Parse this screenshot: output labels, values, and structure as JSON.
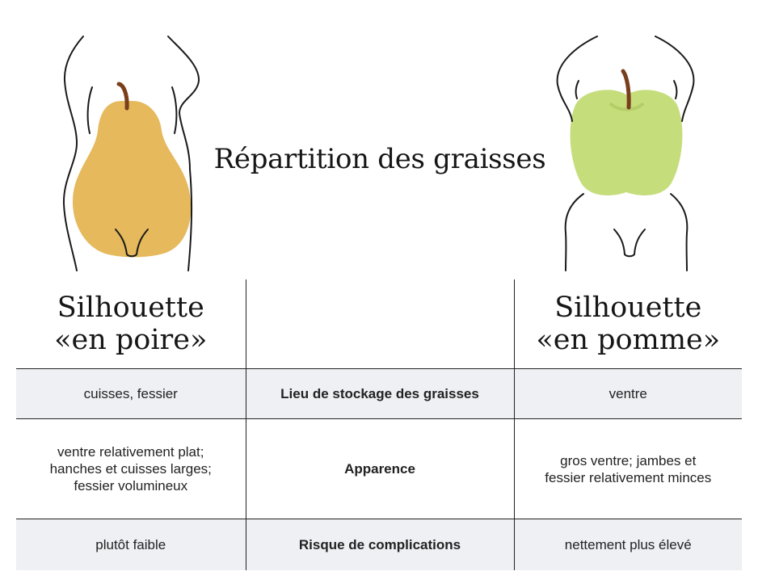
{
  "title": "Répartition des graisses",
  "left_header": {
    "line1": "Silhouette",
    "line2": "«en poire»"
  },
  "right_header": {
    "line1": "Silhouette",
    "line2": "«en pomme»"
  },
  "rows": [
    {
      "criterion": "Lieu de stockage des graisses",
      "pear": [
        "cuisses, fessier"
      ],
      "apple": [
        "ventre"
      ]
    },
    {
      "criterion": "Apparence",
      "pear": [
        "ventre relativement plat;",
        "hanches et cuisses larges;",
        "fessier volumineux"
      ],
      "apple": [
        "gros ventre; jambes et",
        "fessier relativement minces"
      ]
    },
    {
      "criterion": "Risque de complications",
      "pear": [
        "plutôt faible"
      ],
      "apple": [
        "nettement plus élevé"
      ]
    }
  ],
  "colors": {
    "pear_fill": "#e5b95c",
    "apple_fill": "#c6dd7c",
    "stem": "#7a3e1c",
    "row_shade": "#eef0f4",
    "outline": "#1a1a1a"
  },
  "icons": [
    "pear-body-illustration",
    "apple-body-illustration"
  ]
}
